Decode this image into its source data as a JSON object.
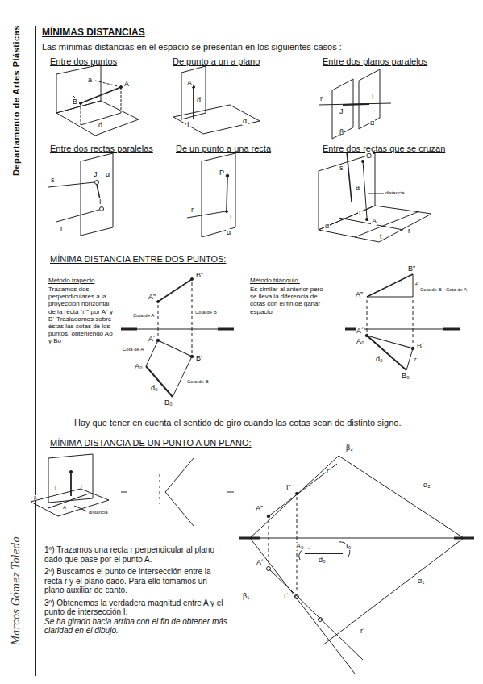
{
  "diagram": {
    "title": "MÍNIMAS DISTANCIAS",
    "labels": [
      "Departamento de Artes Plásticas",
      "Las mínimas distancias en el espacio se presentan en los siguientes casos :",
      "Entre dos puntos",
      "De punto a un a plano",
      "Entre dos planos paralelos",
      "A",
      "a",
      "B",
      "d",
      "A",
      "d",
      "I",
      "α",
      "r",
      "J",
      "I",
      "β",
      "α",
      "Entre dos rectas paralelas",
      "De un  punto a una recta",
      "Entre dos rectas que se cruzan",
      "s",
      "J",
      "α",
      "I",
      "r",
      "P",
      "r",
      "I",
      "α",
      "s",
      "O",
      "a",
      "distancia",
      "A",
      "I",
      "t",
      "r",
      "α",
      "MÍNIMA DISTANCIA ENTRE DOS PUNTOS:",
      "Método trapecio",
      "Trazamos dos perpendiculares a la proyección horizontal de la recta “r´” por A´ y B´ Trasladamos sobre éstas las cotas de los puntos, obteniendo Ao y Bo",
      "A”",
      "B”",
      "Cota de A",
      "Cota de B",
      "A´",
      "B´",
      "Cota de A",
      "A₀",
      "d₀",
      "Cota de B",
      "B₀",
      "Método triángulo.",
      "Es similar al anterior pero se lleva la diferencia de cotas con el fin de ganar espacio",
      "B”",
      "A”",
      "Z",
      "Cota de B - Cota de A",
      "A´",
      "A₀",
      "B´",
      "Z",
      "d₀",
      "B₀",
      "Hay que tener en cuenta el sentido de giro cuando las cotas sean de distinto signo.",
      "MÍNIMA DISTANCIA DE UN PUNTO A UN PLANO:",
      "I",
      "I",
      "β",
      "A",
      "distancia",
      "β₂",
      "r”",
      "I”",
      "α₂",
      "A”",
      "A₀",
      "d₀",
      "I₀",
      "A´",
      "I´",
      "β₁",
      "α₁",
      "r´",
      "1º) Trazamos una recta  r  perpendicular al plano dado que pase por el punto A.",
      "2º) Buscamos el punto de intersección entre la recta r y el plano dado. Para ello tomamos un plano auxiliar de canto.",
      "3º) Obtenemos la verdadera magnitud entre A y el punto de intersección I.",
      "Se ha girado hacia arriba con el fin de obtener más claridad en el dibujo.",
      "Marcos Gómez Toledo"
    ]
  }
}
